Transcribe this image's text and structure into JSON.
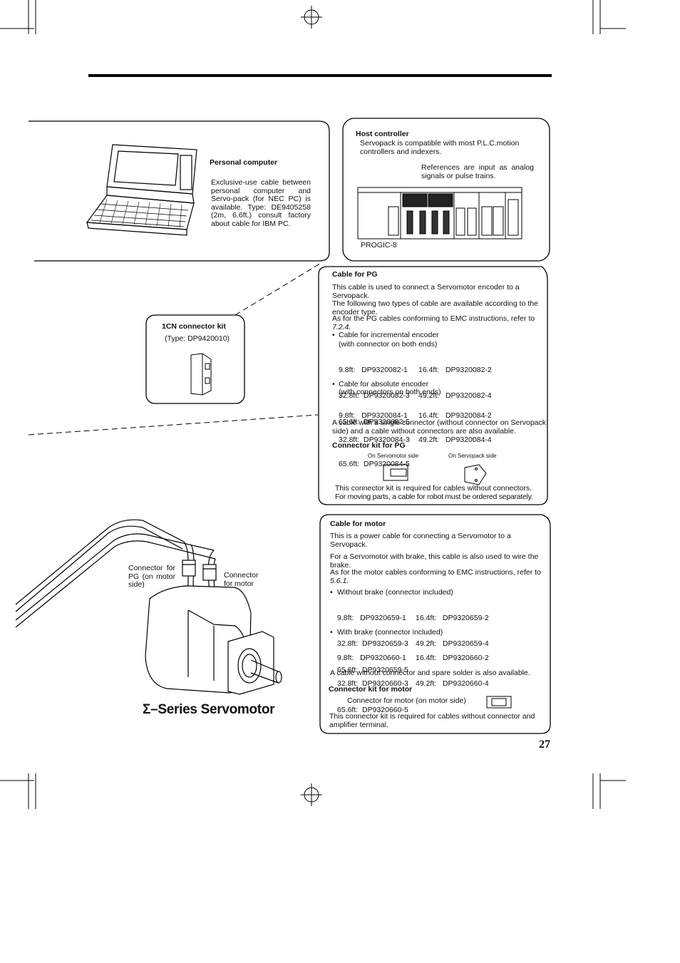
{
  "personal_computer": {
    "title": "Personal computer",
    "desc": "Exclusive-use cable between personal computer and Servo-pack (for NEC PC) is available. Type: DE9405258 (2m, 6.6ft.) consult factory about cable for IBM PC."
  },
  "host_controller": {
    "title": "Host controller",
    "desc": "Servopack is compatible with most P.L.C.motion controllers and indexers.",
    "references": "References are input as analog signals or pulse trains.",
    "plc_label": "PROGIC-8"
  },
  "connector_kit_1cn": {
    "title": "1CN connector kit",
    "type": "(Type: DP9420010)"
  },
  "cable_pg": {
    "title": "Cable for PG",
    "p1": "This cable is used to connect a Servomotor encoder to a Servopack.",
    "p2": "The following two types of cable are available according to the encoder type.",
    "p3a": "As for the PG cables conforming to EMC instructions, refer to",
    "p3b": "7.2.4.",
    "inc_title": "Cable for incremental encoder",
    "inc_sub": "(with connector on both ends)",
    "inc_rows": [
      [
        "9.8ft:   DP9320082-1",
        "16.4ft:   DP9320082-2"
      ],
      [
        "32.8ft:  DP9320082-3",
        "49.2ft:   DP9320082-4"
      ],
      [
        "65.6ft:  DP9320082-5",
        ""
      ]
    ],
    "abs_title": "Cable for absolute encoder",
    "abs_sub": "(with connectors on both ends)",
    "abs_rows": [
      [
        "9.8ft:   DP9320084-1",
        "16.4ft:   DP9320084-2"
      ],
      [
        "32.8ft:  DP9320084-3",
        "49.2ft:   DP9320084-4"
      ],
      [
        "65.6ft:  DP9320084-5",
        ""
      ]
    ],
    "single_note": "A cable with a single connector (without connector on Servopack side) and a cable without connectors are also available."
  },
  "connector_kit_pg": {
    "title": "Connector kit for PG",
    "motor_side": "On Servomotor side",
    "pack_side": "On Servopack side",
    "note1": "This connector kit is required for cables without connectors.",
    "note2": "For moving parts, a cable for robot must be ordered separately."
  },
  "cable_motor": {
    "title": "Cable for motor",
    "p1": "This is a power cable for connecting a Servomotor to a Servopack.",
    "p2": "For a Servomotor with brake, this cable is also used to wire the brake.",
    "p3a": "As for the motor cables conforming to EMC instructions, refer to",
    "p3b": "5.6.1.",
    "wo_title": "Without brake (connector included)",
    "wo_rows": [
      [
        "9.8ft:   DP9320659-1",
        "16.4ft:   DP9320659-2"
      ],
      [
        "32.8ft:  DP9320659-3",
        "49.2ft:   DP9320659-4"
      ],
      [
        "65.6ft:  DP9320659-5",
        ""
      ]
    ],
    "w_title": "With brake (connector included)",
    "w_rows": [
      [
        "9.8ft:   DP9320660-1",
        "16.4ft:   DP9320660-2"
      ],
      [
        "32.8ft:  DP9320660-3",
        "49.2ft:   DP9320660-4"
      ],
      [
        "65.6ft:  DP9320660-5",
        ""
      ]
    ],
    "spare_note": "A cable without connector and spare solder is also available."
  },
  "connector_kit_motor": {
    "title": "Connector kit for motor",
    "item": "Connector for motor (on motor side)",
    "note": "This connector kit is required for cables without connector and amplifier terminal."
  },
  "motor_labels": {
    "pg_connector": "Connector for PG (on motor side)",
    "motor_connector": "Connector for motor"
  },
  "series_title": "Σ–Series Servomotor",
  "page_number": "27"
}
